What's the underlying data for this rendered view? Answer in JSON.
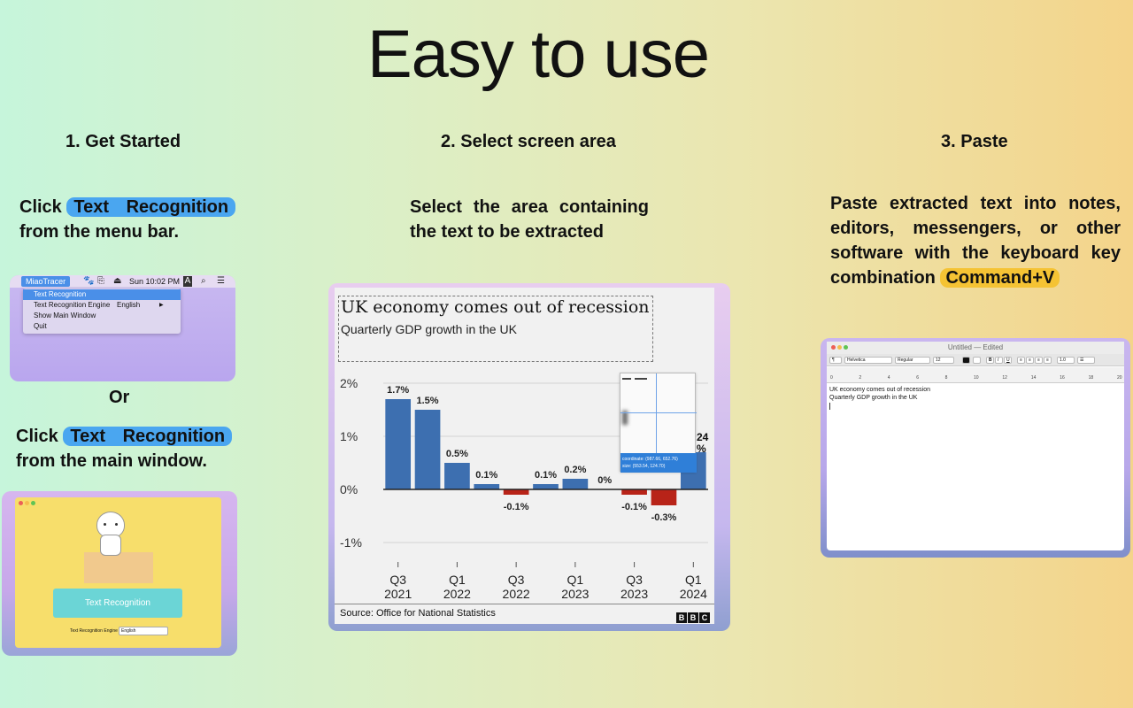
{
  "title": "Easy to use",
  "steps": [
    {
      "heading": "1. Get Started",
      "click_word": "Click",
      "highlight": "Text Recognition",
      "tail": "from the menu bar.",
      "or": "Or",
      "click_word_2": "Click",
      "highlight_2": "Text Recognition",
      "tail_2": "from the main window."
    },
    {
      "heading": "2. Select screen area",
      "line1": "Select the area containing",
      "line2": "the text to be extracted"
    },
    {
      "heading": "3. Paste",
      "line1": "Paste extracted text into notes,",
      "line2": "editors, messengers, or other",
      "line3": "software with the keyboard key",
      "line4_prefix": "combination",
      "key_combo": "Command+V"
    }
  ],
  "menubar_screenshot": {
    "app_name": "MiaoTracer",
    "clock": "Sun 10:02 PM",
    "menu_items": [
      "Text Recognition",
      "Text Recognition Engine",
      "Show Main Window",
      "Quit"
    ],
    "engine_value": "English",
    "submenu_arrow": "▶"
  },
  "window_screenshot": {
    "button_label": "Text Recognition",
    "engine_label": "Text Recognition Engine",
    "engine_value": "English"
  },
  "chart_screenshot": {
    "source": "Source: Office for National Statistics",
    "logo": [
      "B",
      "B",
      "C"
    ],
    "loupe_coord": "coordinate: (987.66, 652.76)",
    "loupe_size": "size: (553.54, 124.70)",
    "partial_label": "24",
    "partial_pct": "%"
  },
  "chart_data": {
    "type": "bar",
    "title": "UK economy comes out of recession",
    "subtitle": "Quarterly GDP growth in the UK",
    "ylim": [
      -1.5,
      2.3
    ],
    "yticks": [
      2,
      1,
      0,
      -1
    ],
    "ytick_labels": [
      "2%",
      "1%",
      "0%",
      "-1%"
    ],
    "values": [
      1.7,
      1.5,
      0.5,
      0.1,
      -0.1,
      0.1,
      0.2,
      0.0,
      -0.1,
      -0.3,
      0.7
    ],
    "data_labels": [
      "1.7%",
      "1.5%",
      "0.5%",
      "0.1%",
      "-0.1%",
      "0.1%",
      "0.2%",
      "0%",
      "-0.1%",
      "-0.3%",
      ""
    ],
    "xtick_labels": [
      {
        "q": "Q3",
        "y": "2021",
        "index": 0
      },
      {
        "q": "Q1",
        "y": "2022",
        "index": 2
      },
      {
        "q": "Q3",
        "y": "2022",
        "index": 4
      },
      {
        "q": "Q1",
        "y": "2023",
        "index": 6
      },
      {
        "q": "Q3",
        "y": "2023",
        "index": 8
      },
      {
        "q": "Q1",
        "y": "2024",
        "index": 10
      }
    ],
    "colors": {
      "positive": "#3d6fb0",
      "negative": "#b82318"
    },
    "grid": true
  },
  "editor_screenshot": {
    "window_title": "Untitled — Edited",
    "font": "Helvetica",
    "style": "Regular",
    "size": "12",
    "spacing": "1.0",
    "ruler_numbers": [
      "0",
      "2",
      "4",
      "6",
      "8",
      "10",
      "12",
      "14",
      "16",
      "18",
      "20"
    ],
    "line1": "UK economy comes out of recession",
    "line2": "Quarterly GDP growth in the UK"
  }
}
